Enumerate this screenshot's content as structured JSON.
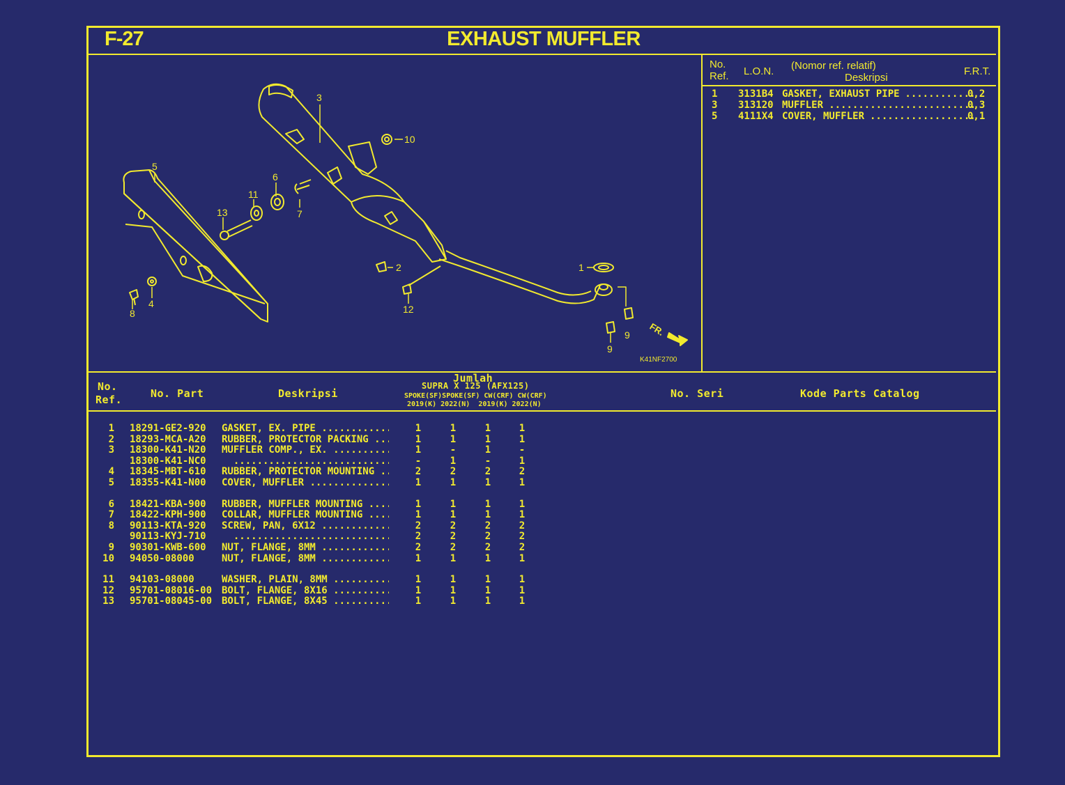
{
  "header": {
    "code": "F-27",
    "title": "EXHAUST MUFFLER"
  },
  "frt_table": {
    "headers": {
      "no_ref": "No.\nRef.",
      "lon": "L.O.N.",
      "desc_top": "(Nomor ref. relatif)",
      "desc": "Deskripsi",
      "frt": "F.R.T."
    },
    "rows": [
      {
        "ref": "1",
        "lon": "3131B4",
        "desc": "GASKET, EXHAUST PIPE",
        "frt": "0,2"
      },
      {
        "ref": "3",
        "lon": "313120",
        "desc": "MUFFLER",
        "frt": "0,3"
      },
      {
        "ref": "5",
        "lon": "4111X4",
        "desc": "COVER, MUFFLER",
        "frt": "0,1"
      }
    ]
  },
  "diagram": {
    "callouts": [
      "1",
      "2",
      "3",
      "4",
      "5",
      "6",
      "7",
      "8",
      "9",
      "9",
      "10",
      "11",
      "12",
      "13"
    ],
    "direction_label": "FR.",
    "figure_code": "K41NF2700"
  },
  "parts_table": {
    "headers": {
      "no_ref_1": "No.",
      "no_ref_2": "Ref.",
      "no_part": "No. Part",
      "deskripsi": "Deskripsi",
      "jumlah": "Jumlah",
      "model": "SUPRA X 125 (AFX125)",
      "variants": "SPOKE(SF)SPOKE(SF) CW(CRF) CW(CRF)",
      "years": "2019(K) 2022(N)  2019(K) 2022(N)",
      "no_seri": "No. Seri",
      "kode": "Kode Parts Catalog"
    },
    "groups": [
      [
        {
          "ref": "1",
          "part": "18291-GE2-920",
          "desc": "GASKET, EX. PIPE",
          "qty": [
            "1",
            "1",
            "1",
            "1"
          ]
        },
        {
          "ref": "2",
          "part": "18293-MCA-A20",
          "desc": "RUBBER, PROTECTOR PACKING",
          "qty": [
            "1",
            "1",
            "1",
            "1"
          ]
        },
        {
          "ref": "3",
          "part": "18300-K41-N20",
          "desc": "MUFFLER COMP., EX.",
          "qty": [
            "1",
            "-",
            "1",
            "-"
          ]
        },
        {
          "ref": "",
          "part": "18300-K41-NC0",
          "desc": "",
          "qty": [
            "-",
            "1",
            "-",
            "1"
          ]
        },
        {
          "ref": "4",
          "part": "18345-MBT-610",
          "desc": "RUBBER, PROTECTOR MOUNTING",
          "qty": [
            "2",
            "2",
            "2",
            "2"
          ]
        },
        {
          "ref": "5",
          "part": "18355-K41-N00",
          "desc": "COVER, MUFFLER",
          "qty": [
            "1",
            "1",
            "1",
            "1"
          ]
        }
      ],
      [
        {
          "ref": "6",
          "part": "18421-KBA-900",
          "desc": "RUBBER, MUFFLER MOUNTING",
          "qty": [
            "1",
            "1",
            "1",
            "1"
          ]
        },
        {
          "ref": "7",
          "part": "18422-KPH-900",
          "desc": "COLLAR, MUFFLER MOUNTING",
          "qty": [
            "1",
            "1",
            "1",
            "1"
          ]
        },
        {
          "ref": "8",
          "part": "90113-KTA-920",
          "desc": "SCREW, PAN, 6X12",
          "qty": [
            "2",
            "2",
            "2",
            "2"
          ]
        },
        {
          "ref": "",
          "part": "90113-KYJ-710",
          "desc": "",
          "qty": [
            "2",
            "2",
            "2",
            "2"
          ]
        },
        {
          "ref": "9",
          "part": "90301-KWB-600",
          "desc": "NUT, FLANGE, 8MM",
          "qty": [
            "2",
            "2",
            "2",
            "2"
          ]
        },
        {
          "ref": "10",
          "part": "94050-08000",
          "desc": "NUT, FLANGE, 8MM",
          "qty": [
            "1",
            "1",
            "1",
            "1"
          ]
        }
      ],
      [
        {
          "ref": "11",
          "part": "94103-08000",
          "desc": "WASHER, PLAIN, 8MM",
          "qty": [
            "1",
            "1",
            "1",
            "1"
          ]
        },
        {
          "ref": "12",
          "part": "95701-08016-00",
          "desc": "BOLT, FLANGE, 8X16",
          "qty": [
            "1",
            "1",
            "1",
            "1"
          ]
        },
        {
          "ref": "13",
          "part": "95701-08045-00",
          "desc": "BOLT, FLANGE, 8X45",
          "qty": [
            "1",
            "1",
            "1",
            "1"
          ]
        }
      ]
    ]
  }
}
